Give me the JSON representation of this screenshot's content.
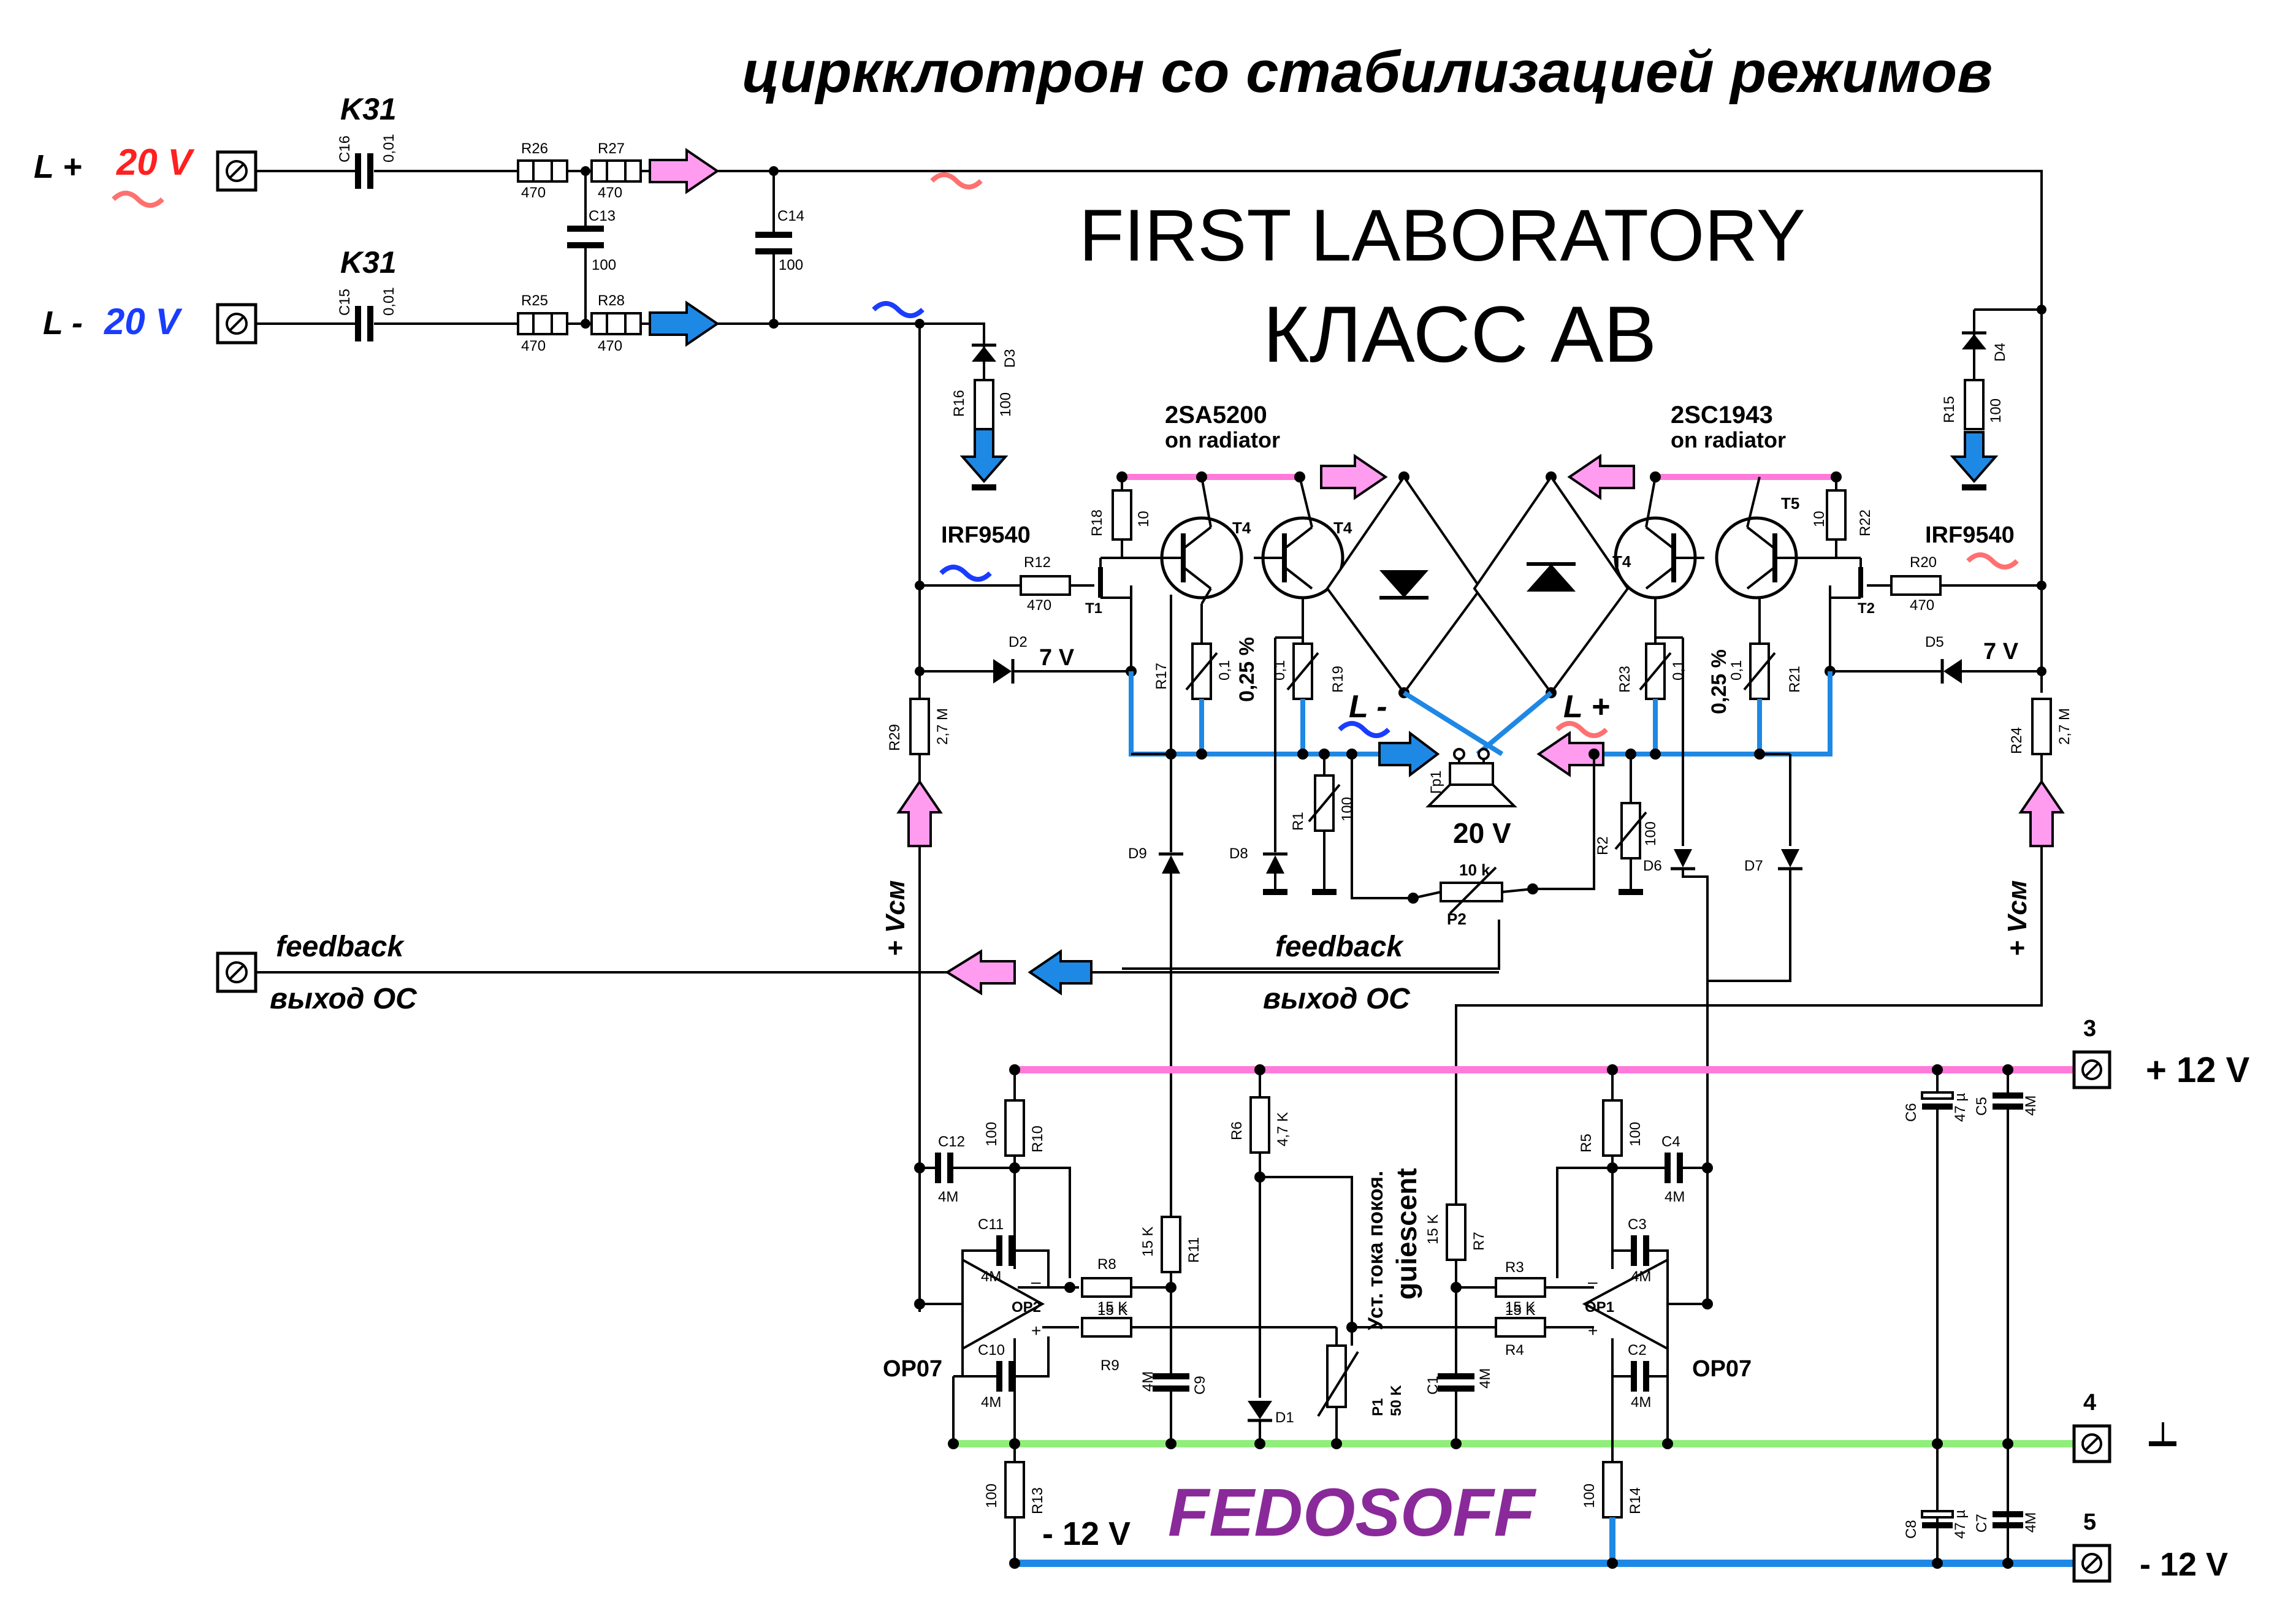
{
  "title": "циркклотрон со стабилизацией режимов",
  "brand": "FIRST LABORATORY",
  "klass": "КЛАСС АВ",
  "author": "FEDOSOFF",
  "inputs": {
    "l_plus": "L +",
    "l_plus_v": "20 V",
    "l_minus": "L -",
    "l_minus_v": "20 V",
    "k31": "K31"
  },
  "feedback": {
    "en": "feedback",
    "ru": "выход ОС"
  },
  "rails": {
    "p12": "+ 12 V",
    "m12": "- 12 V",
    "m12_left": "- 12 V",
    "n3": "3",
    "n4": "4",
    "n5": "5"
  },
  "transistors": {
    "left": "2SA5200",
    "right": "2SC1943",
    "on_radiator": "on radiator",
    "irf": "IRF9540",
    "t1": "T1",
    "t2": "T2",
    "t4a": "T4",
    "t4b": "T4",
    "t4c": "T4",
    "t5": "T5"
  },
  "labels": {
    "vsm": "+ Vсм",
    "seven_v": "7 V",
    "quarter": "0,25 %",
    "speaker_v": "20 V",
    "gr1": "Гр1",
    "l_minus_out": "L -",
    "l_plus_out": "L +",
    "op07": "OP07",
    "op1": "OP1",
    "op2": "OP2",
    "quiescent_ru": "Уст. тока покоя.",
    "quiescent_en": "guiescent",
    "p2": "P2",
    "p2v": "10 k",
    "p1": "P1",
    "p1v": "50 K"
  },
  "components": {
    "c16": [
      "C16",
      "0,01"
    ],
    "c15": [
      "C15",
      "0,01"
    ],
    "r26": [
      "R26",
      "470"
    ],
    "r27": [
      "R27",
      "470"
    ],
    "r25": [
      "R25",
      "470"
    ],
    "r28": [
      "R28",
      "470"
    ],
    "c13": [
      "C13",
      "100"
    ],
    "c14": [
      "C14",
      "100"
    ],
    "r16": [
      "R16",
      "100"
    ],
    "d3": "D3",
    "r15": [
      "R15",
      "100"
    ],
    "d4": "D4",
    "r18": [
      "R18",
      "10"
    ],
    "r22": [
      "R22",
      "10"
    ],
    "r12": [
      "R12",
      "470"
    ],
    "r20": [
      "R20",
      "470"
    ],
    "r17": [
      "R17",
      "0,1"
    ],
    "r19": [
      "R19",
      "0,1"
    ],
    "r23": [
      "R23",
      "0,1"
    ],
    "r21": [
      "R21",
      "0,1"
    ],
    "d2": "D2",
    "d5": "D5",
    "r29": [
      "R29",
      "2,7 M"
    ],
    "r24": [
      "R24",
      "2,7 M"
    ],
    "r1": [
      "R1",
      "100"
    ],
    "r2": [
      "R2",
      "100"
    ],
    "d9": "D9",
    "d8": "D8",
    "d6": "D6",
    "d7": "D7",
    "r10": [
      "R10",
      "100"
    ],
    "r5": [
      "R5",
      "100"
    ],
    "r6": [
      "R6",
      "4,7 K"
    ],
    "c12": [
      "C12",
      "4M"
    ],
    "c4": [
      "C4",
      "4M"
    ],
    "c11": [
      "C11",
      "4M"
    ],
    "c3": [
      "C3",
      "4M"
    ],
    "c10": [
      "C10",
      "4M"
    ],
    "c2": [
      "C2",
      "4M"
    ],
    "r8": [
      "R8",
      "15 K"
    ],
    "r9": [
      "R9",
      "15 K"
    ],
    "r11": [
      "R11",
      "15 K"
    ],
    "r7": [
      "R7",
      "15 K"
    ],
    "r3": [
      "R3",
      "15 K"
    ],
    "r4": [
      "R4",
      "15 K"
    ],
    "c9": [
      "C9",
      "4M"
    ],
    "c1": [
      "C1",
      "4M"
    ],
    "d1": "D1",
    "r13": [
      "R13",
      "100"
    ],
    "r14": [
      "R14",
      "100"
    ],
    "c6": [
      "C6",
      "47 µ"
    ],
    "c5": [
      "C5",
      "4M"
    ],
    "c8": [
      "C8",
      "47 µ"
    ],
    "c7": [
      "C7",
      "4M"
    ]
  },
  "colors": {
    "red": "#ff2020",
    "blue": "#1a3cff",
    "pink": "#ff9cf0",
    "magenta_line": "#ff7ad9",
    "bus_blue": "#1e88e5",
    "green": "#90ee7a",
    "purple": "#8a2a9a"
  }
}
